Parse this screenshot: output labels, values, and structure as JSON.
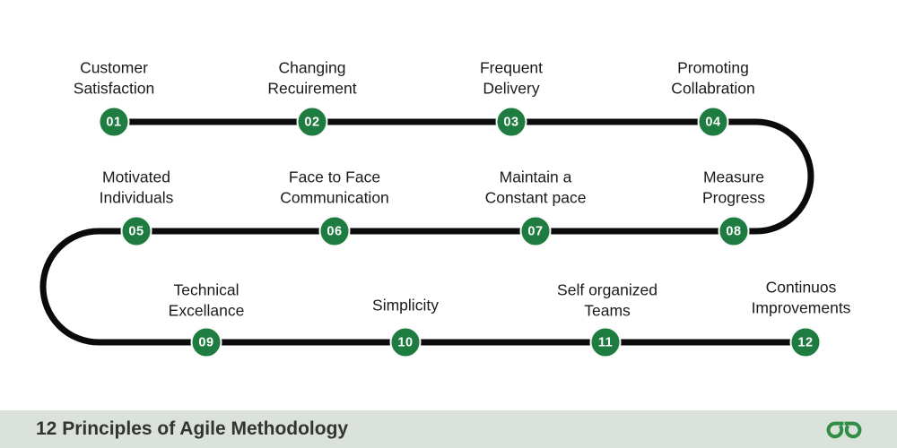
{
  "diagram": {
    "type": "snake-timeline",
    "rows": 3,
    "node_count": 12
  },
  "principles": [
    {
      "num": "01",
      "label": "Customer\nSatisfaction"
    },
    {
      "num": "02",
      "label": "Changing\nRecuirement"
    },
    {
      "num": "03",
      "label": "Frequent\nDelivery"
    },
    {
      "num": "04",
      "label": "Promoting\nCollabration"
    },
    {
      "num": "05",
      "label": "Motivated\nIndividuals"
    },
    {
      "num": "06",
      "label": "Face to Face\nCommunication"
    },
    {
      "num": "07",
      "label": "Maintain a\nConstant pace"
    },
    {
      "num": "08",
      "label": "Measure\nProgress"
    },
    {
      "num": "09",
      "label": "Technical\nExcellance"
    },
    {
      "num": "10",
      "label": "Simplicity"
    },
    {
      "num": "11",
      "label": "Self organized\nTeams"
    },
    {
      "num": "12",
      "label": "Continuos\nImprovements"
    }
  ],
  "title_bar": {
    "title": "12 Principles of Agile Methodology",
    "logo": "geeksforgeeks-logo"
  },
  "colors": {
    "node_green": "#1f7c40",
    "node_ring": "#fafbfa",
    "line_black": "#0b0b0b",
    "bar_background": "#dbe2db",
    "title_text": "#333333",
    "label_text": "#1b1b1b",
    "logo_green": "#2f8d46"
  }
}
